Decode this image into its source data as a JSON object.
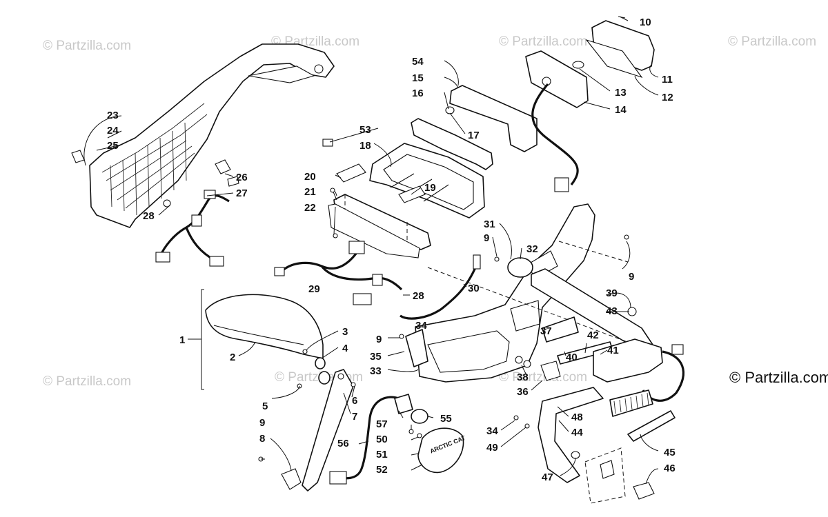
{
  "watermarks": {
    "top_left": "© Partzilla.com",
    "top_center": "© Partzilla.com",
    "top_right_center": "© Partzilla.com",
    "top_right": "© Partzilla.com",
    "mid_left": "© Partzilla.com",
    "mid_center": "© Partzilla.com",
    "mid_center_right": "© Partzilla.com",
    "copyright_main": "© Partzilla.com"
  },
  "callouts": [
    {
      "id": "c1",
      "label": "1"
    },
    {
      "id": "c2",
      "label": "2"
    },
    {
      "id": "c3",
      "label": "3"
    },
    {
      "id": "c4",
      "label": "4"
    },
    {
      "id": "c5",
      "label": "5"
    },
    {
      "id": "c6",
      "label": "6"
    },
    {
      "id": "c7",
      "label": "7"
    },
    {
      "id": "c8",
      "label": "8"
    },
    {
      "id": "c9a",
      "label": "9"
    },
    {
      "id": "c9b",
      "label": "9"
    },
    {
      "id": "c9c",
      "label": "9"
    },
    {
      "id": "c9d",
      "label": "9"
    },
    {
      "id": "c10",
      "label": "10"
    },
    {
      "id": "c11",
      "label": "11"
    },
    {
      "id": "c12",
      "label": "12"
    },
    {
      "id": "c13",
      "label": "13"
    },
    {
      "id": "c14",
      "label": "14"
    },
    {
      "id": "c15",
      "label": "15"
    },
    {
      "id": "c16",
      "label": "16"
    },
    {
      "id": "c17",
      "label": "17"
    },
    {
      "id": "c18",
      "label": "18"
    },
    {
      "id": "c19",
      "label": "19"
    },
    {
      "id": "c20",
      "label": "20"
    },
    {
      "id": "c21",
      "label": "21"
    },
    {
      "id": "c22",
      "label": "22"
    },
    {
      "id": "c23",
      "label": "23"
    },
    {
      "id": "c24",
      "label": "24"
    },
    {
      "id": "c25",
      "label": "25"
    },
    {
      "id": "c26",
      "label": "26"
    },
    {
      "id": "c27",
      "label": "27"
    },
    {
      "id": "c28a",
      "label": "28"
    },
    {
      "id": "c28b",
      "label": "28"
    },
    {
      "id": "c29",
      "label": "29"
    },
    {
      "id": "c30",
      "label": "30"
    },
    {
      "id": "c31",
      "label": "31"
    },
    {
      "id": "c32",
      "label": "32"
    },
    {
      "id": "c33",
      "label": "33"
    },
    {
      "id": "c34a",
      "label": "34"
    },
    {
      "id": "c34b",
      "label": "34"
    },
    {
      "id": "c35",
      "label": "35"
    },
    {
      "id": "c36",
      "label": "36"
    },
    {
      "id": "c37",
      "label": "37"
    },
    {
      "id": "c38",
      "label": "38"
    },
    {
      "id": "c39",
      "label": "39"
    },
    {
      "id": "c40",
      "label": "40"
    },
    {
      "id": "c41",
      "label": "41"
    },
    {
      "id": "c42",
      "label": "42"
    },
    {
      "id": "c43",
      "label": "43"
    },
    {
      "id": "c44",
      "label": "44"
    },
    {
      "id": "c45",
      "label": "45"
    },
    {
      "id": "c46",
      "label": "46"
    },
    {
      "id": "c47",
      "label": "47"
    },
    {
      "id": "c48",
      "label": "48"
    },
    {
      "id": "c49",
      "label": "49"
    },
    {
      "id": "c50",
      "label": "50"
    },
    {
      "id": "c51",
      "label": "51"
    },
    {
      "id": "c52",
      "label": "52"
    },
    {
      "id": "c53",
      "label": "53"
    },
    {
      "id": "c54",
      "label": "54"
    },
    {
      "id": "c55",
      "label": "55"
    },
    {
      "id": "c56",
      "label": "56"
    },
    {
      "id": "c57",
      "label": "57"
    }
  ],
  "brand_decal": "ARCTIC CAT"
}
